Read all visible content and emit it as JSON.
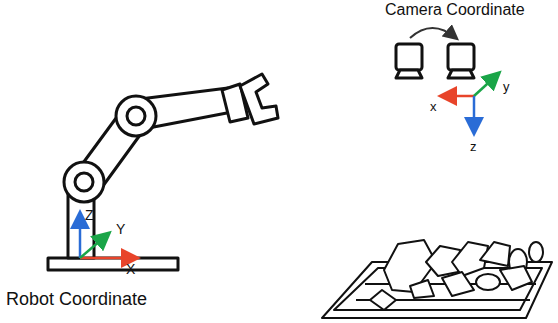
{
  "diagram": {
    "labels": [
      "Camera Coordinate",
      "x",
      "y",
      "z",
      "Z",
      "Y",
      "X",
      "Robot Coordinate"
    ]
  }
}
